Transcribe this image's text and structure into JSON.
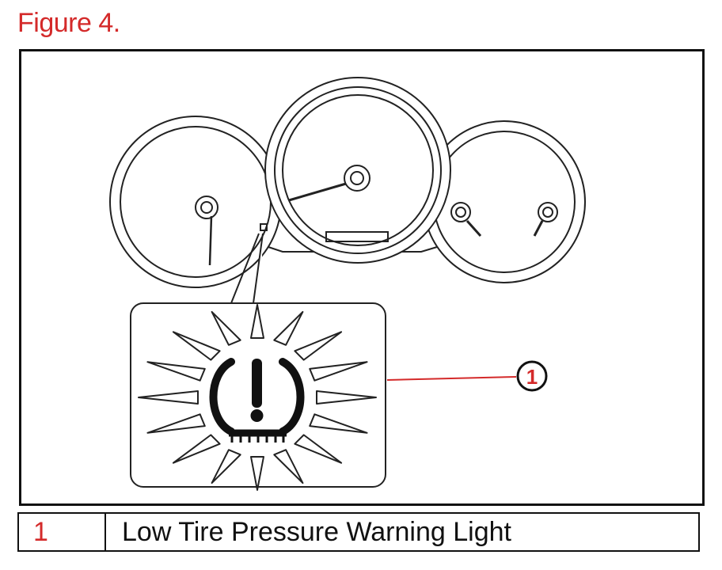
{
  "figure": {
    "title": "Figure 4."
  },
  "callout": {
    "number": "1"
  },
  "legend": {
    "rows": [
      {
        "number": "1",
        "label": "Low Tire Pressure Warning Light"
      }
    ]
  },
  "colors": {
    "accent_red": "#d42a2a",
    "line": "#111111"
  },
  "icons": [
    "instrument-cluster-icon",
    "tire-pressure-warning-icon"
  ]
}
